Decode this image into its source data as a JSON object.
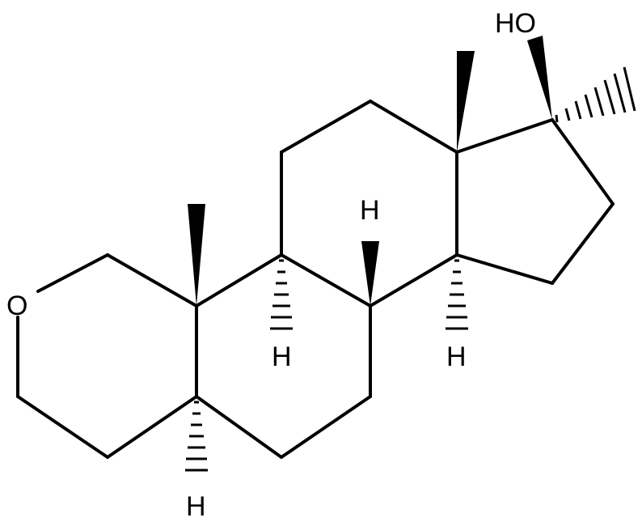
{
  "labels": {
    "hydroxyl": "HO",
    "ring_oxygen": "O",
    "hydrogen_c9": "H",
    "hydrogen_c8": "H",
    "hydrogen_c14": "H",
    "hydrogen_c5": "H"
  },
  "colors": {
    "line": "#000000",
    "background": "#ffffff"
  }
}
